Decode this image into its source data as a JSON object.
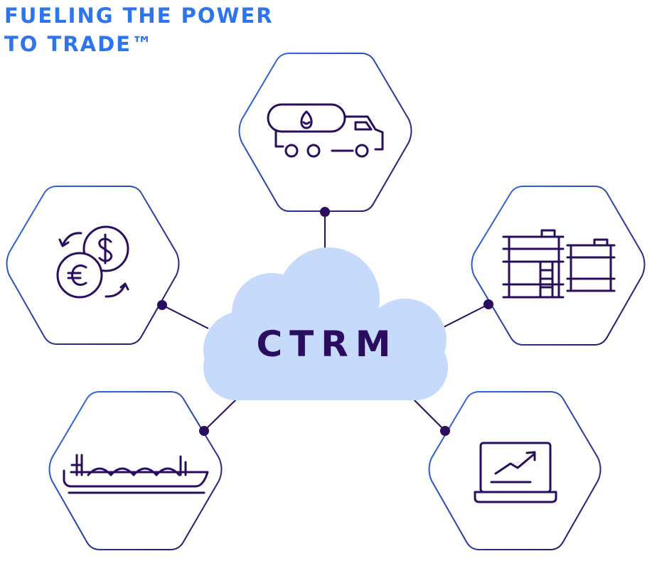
{
  "headline": {
    "line1": "FUELING THE POWER",
    "line2": "TO TRADE™"
  },
  "center": {
    "label": "CTRM"
  },
  "nodes": [
    {
      "name": "fuel-tanker-truck",
      "icon": "tanker-truck-icon"
    },
    {
      "name": "currency-exchange",
      "icon": "currency-exchange-icon"
    },
    {
      "name": "storage-tanks",
      "icon": "storage-tanks-icon"
    },
    {
      "name": "tanker-ship",
      "icon": "tanker-ship-icon"
    },
    {
      "name": "trading-analytics",
      "icon": "laptop-chart-icon"
    }
  ],
  "colors": {
    "headline": "#2d74f0",
    "outline": "#2d5be8",
    "ink": "#2a0d5e",
    "cloud": "#c6dafc"
  }
}
